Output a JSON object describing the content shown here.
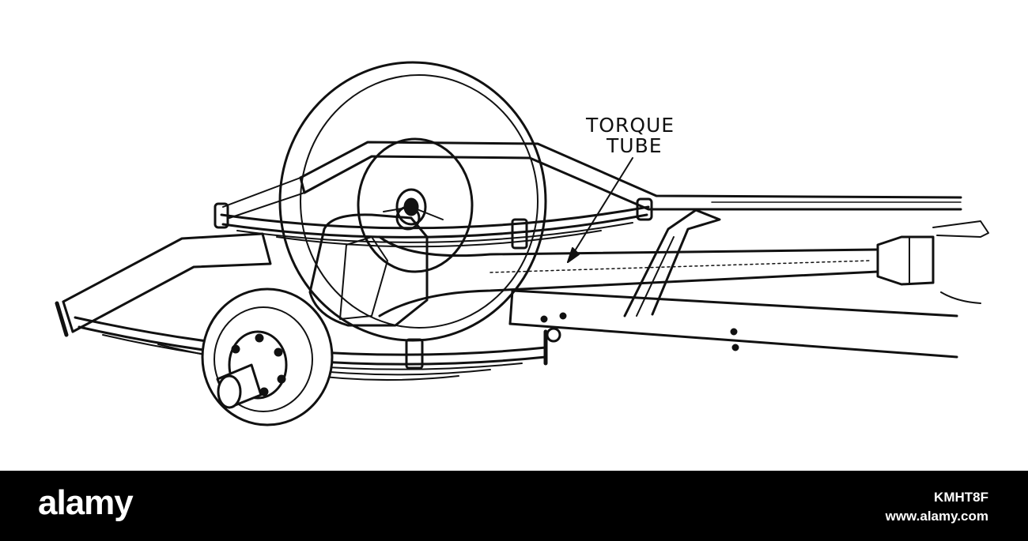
{
  "diagram": {
    "label_lines": [
      "TORQUE",
      "TUBE"
    ]
  },
  "watermark": {
    "brand": "alamy",
    "image_id": "KMHT8F",
    "site": "www.alamy.com"
  }
}
